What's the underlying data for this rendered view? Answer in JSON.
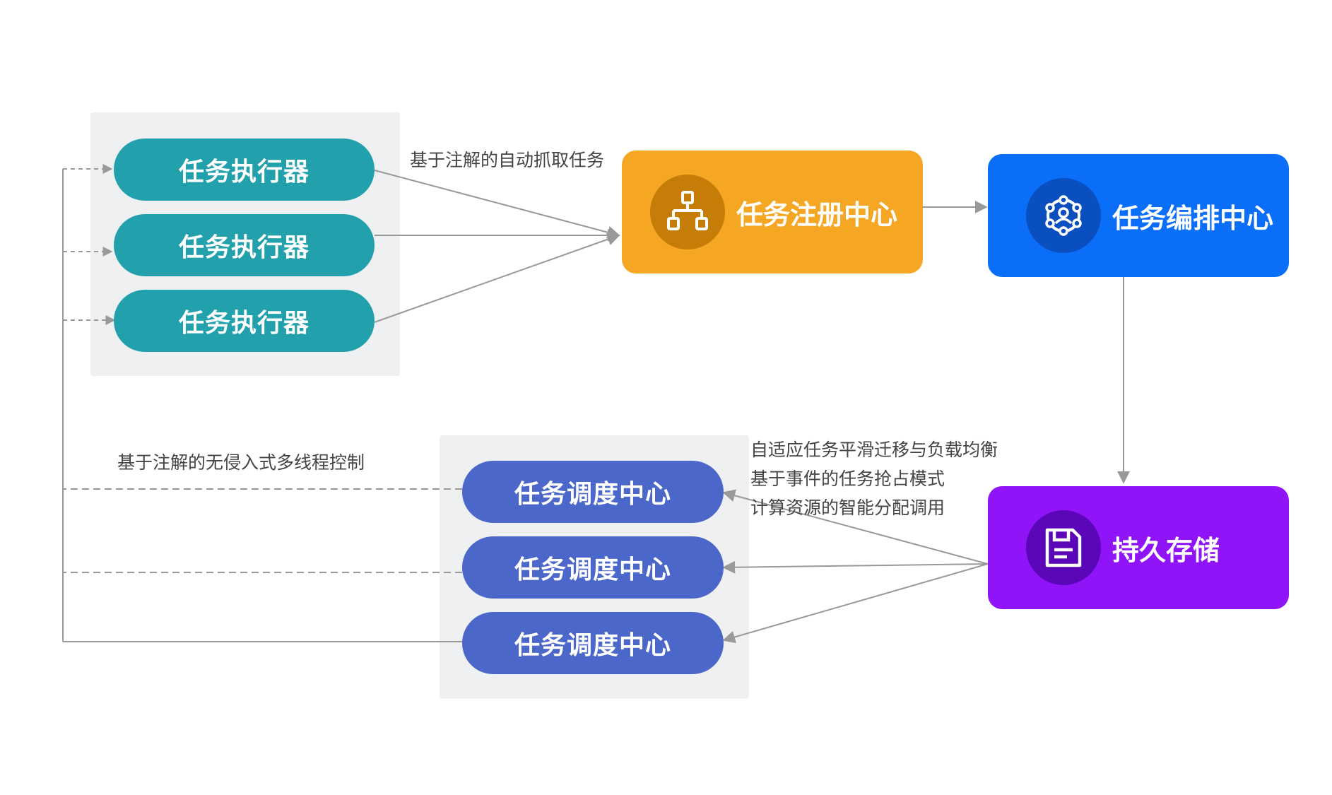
{
  "executors": [
    "任务执行器",
    "任务执行器",
    "任务执行器"
  ],
  "schedulers": [
    "任务调度中心",
    "任务调度中心",
    "任务调度中心"
  ],
  "registry": {
    "label": "任务注册中心",
    "color": "#f5a623",
    "icon": "sitemap-icon"
  },
  "orchestration": {
    "label": "任务编排中心",
    "color": "#0b6ef8",
    "icon": "network-user-icon"
  },
  "storage": {
    "label": "持久存储",
    "color": "#8f14f7",
    "icon": "save-document-icon"
  },
  "annotations": {
    "auto_fetch": "基于注解的自动抓取任务",
    "thread_control": "基于注解的无侵入式多线程控制",
    "features": [
      "自适应任务平滑迁移与负载均衡",
      "基于事件的任务抢占模式",
      "计算资源的智能分配调用"
    ]
  }
}
